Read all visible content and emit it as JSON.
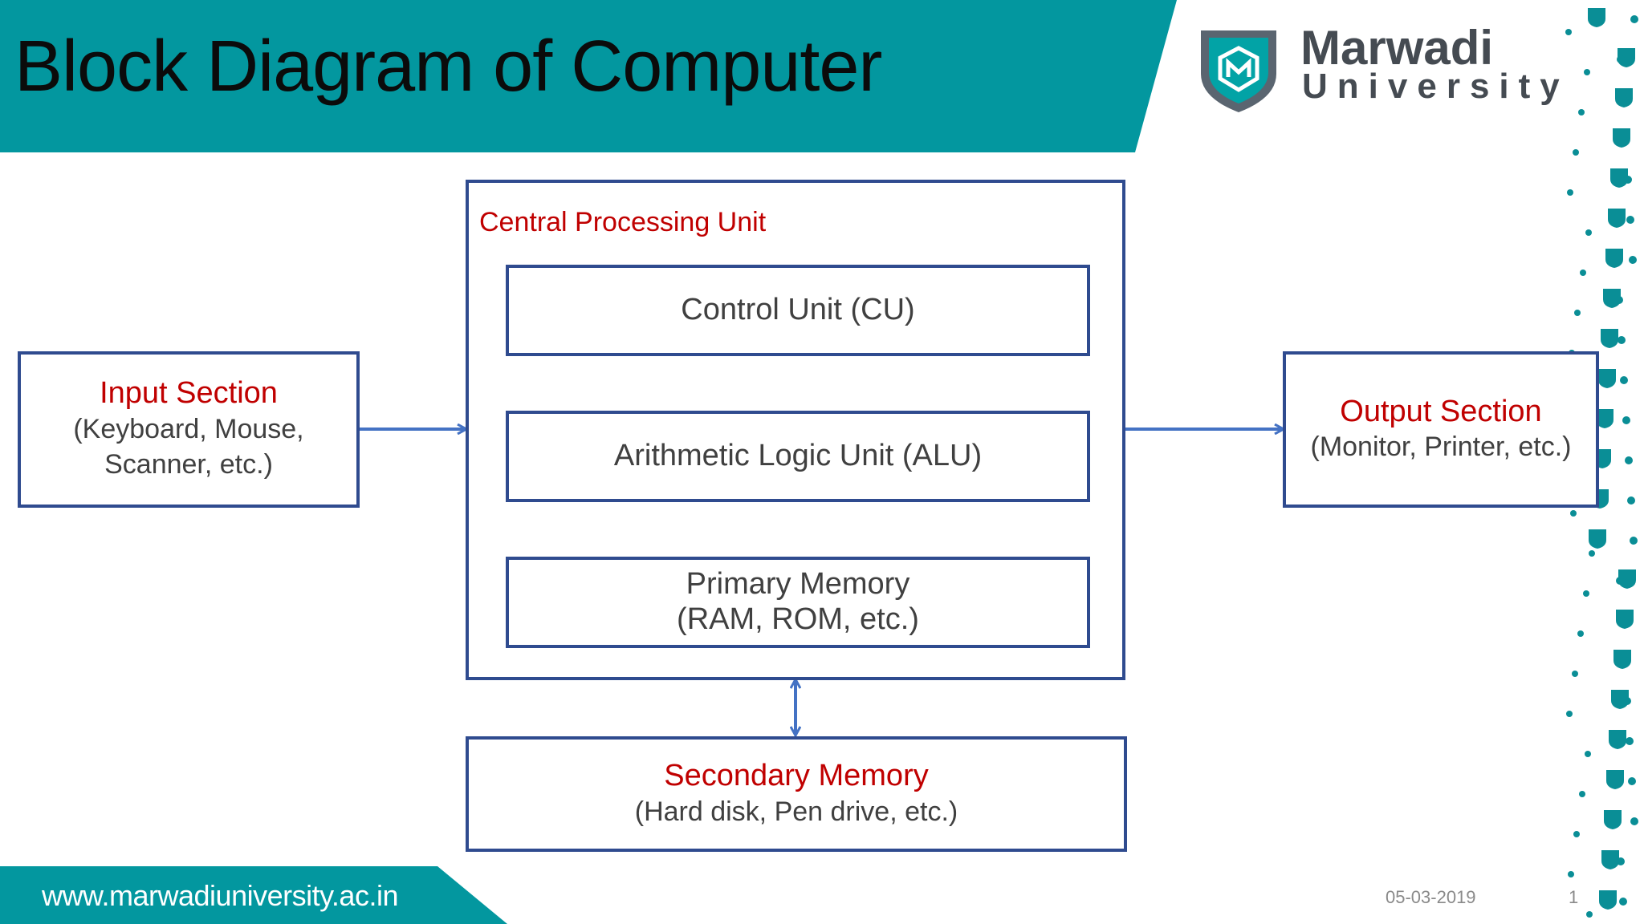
{
  "slide": {
    "title": "Block Diagram of Computer",
    "brand": {
      "name": "Marwadi",
      "sub": "University"
    },
    "footer": {
      "url": "www.marwadiuniversity.ac.in",
      "date": "05-03-2019",
      "page": "1"
    }
  },
  "diagram": {
    "input": {
      "title": "Input Section",
      "line1": "(Keyboard, Mouse,",
      "line2": "Scanner, etc.)"
    },
    "cpu": {
      "label": "Central Processing Unit",
      "control_unit": "Control Unit (CU)",
      "alu": "Arithmetic Logic Unit (ALU)",
      "primary_memory": {
        "line1": "Primary Memory",
        "line2": "(RAM, ROM, etc.)"
      }
    },
    "output": {
      "title": "Output Section",
      "line1": "(Monitor, Printer, etc.)"
    },
    "secondary": {
      "title": "Secondary Memory",
      "line1": "(Hard disk, Pen drive, etc.)"
    }
  },
  "colors": {
    "teal": "#03979f",
    "box_border": "#2f4b8f",
    "arrow": "#4472c4",
    "accent_red": "#c00000",
    "dots": "#0a8e96"
  },
  "icons": {
    "logo": "shield-m-icon"
  }
}
